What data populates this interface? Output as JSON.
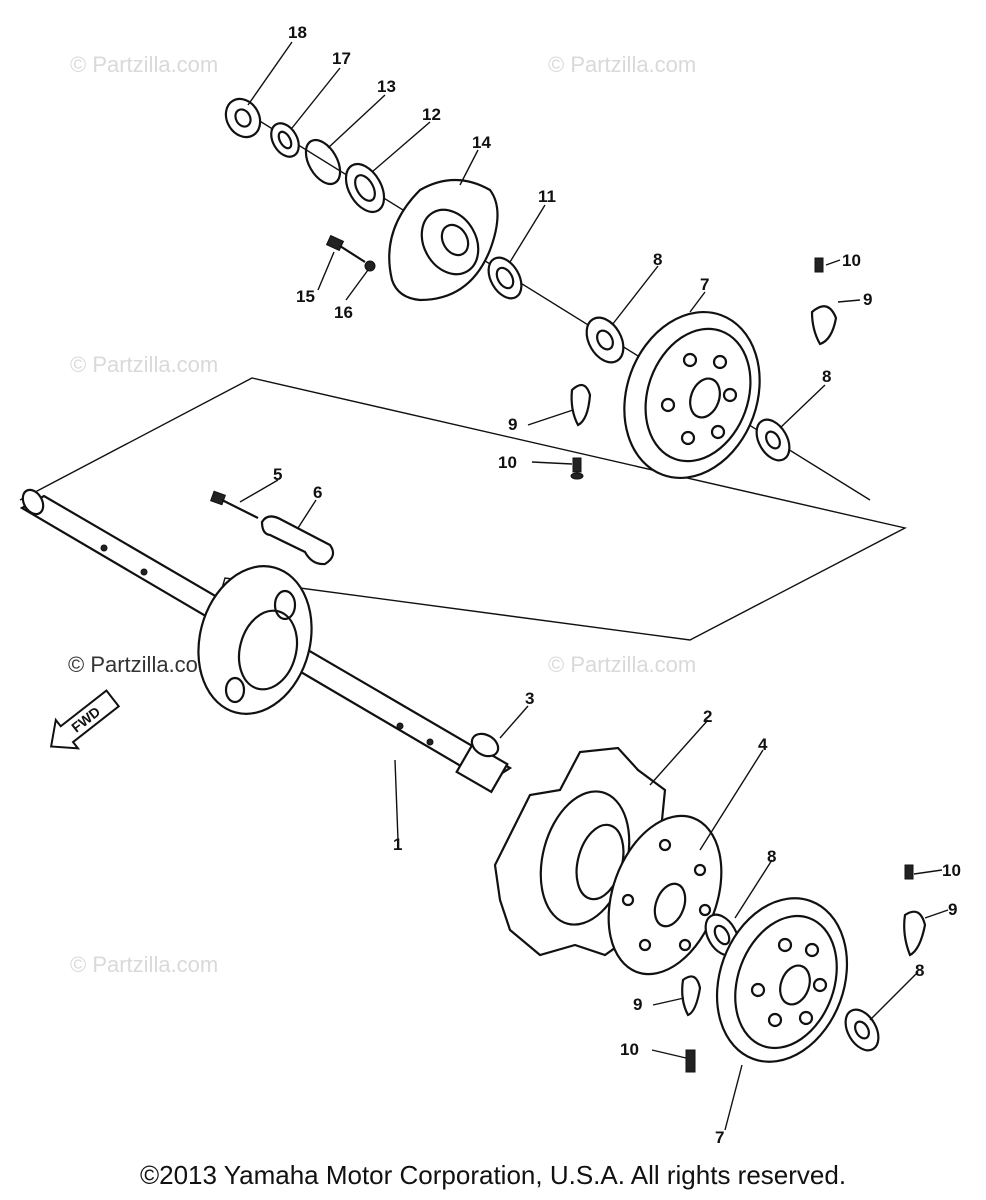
{
  "watermarks": {
    "text": "© Partzilla.com",
    "fwd_label": "FWD"
  },
  "callouts": {
    "c18": "18",
    "c17": "17",
    "c13": "13",
    "c12": "12",
    "c14": "14",
    "c11": "11",
    "c15": "15",
    "c16": "16",
    "c8a": "8",
    "c7a": "7",
    "c10a": "10",
    "c9a": "9",
    "c9b": "9",
    "c8b": "8",
    "c10b": "10",
    "c5": "5",
    "c6": "6",
    "c3": "3",
    "c2": "2",
    "c4": "4",
    "c1": "1",
    "c8c": "8",
    "c10c": "10",
    "c9c": "9",
    "c8d": "8",
    "c9d": "9",
    "c10d": "10",
    "c7b": "7"
  },
  "footer": {
    "copyright": "©2013 Yamaha Motor Corporation, U.S.A. All rights reserved."
  }
}
